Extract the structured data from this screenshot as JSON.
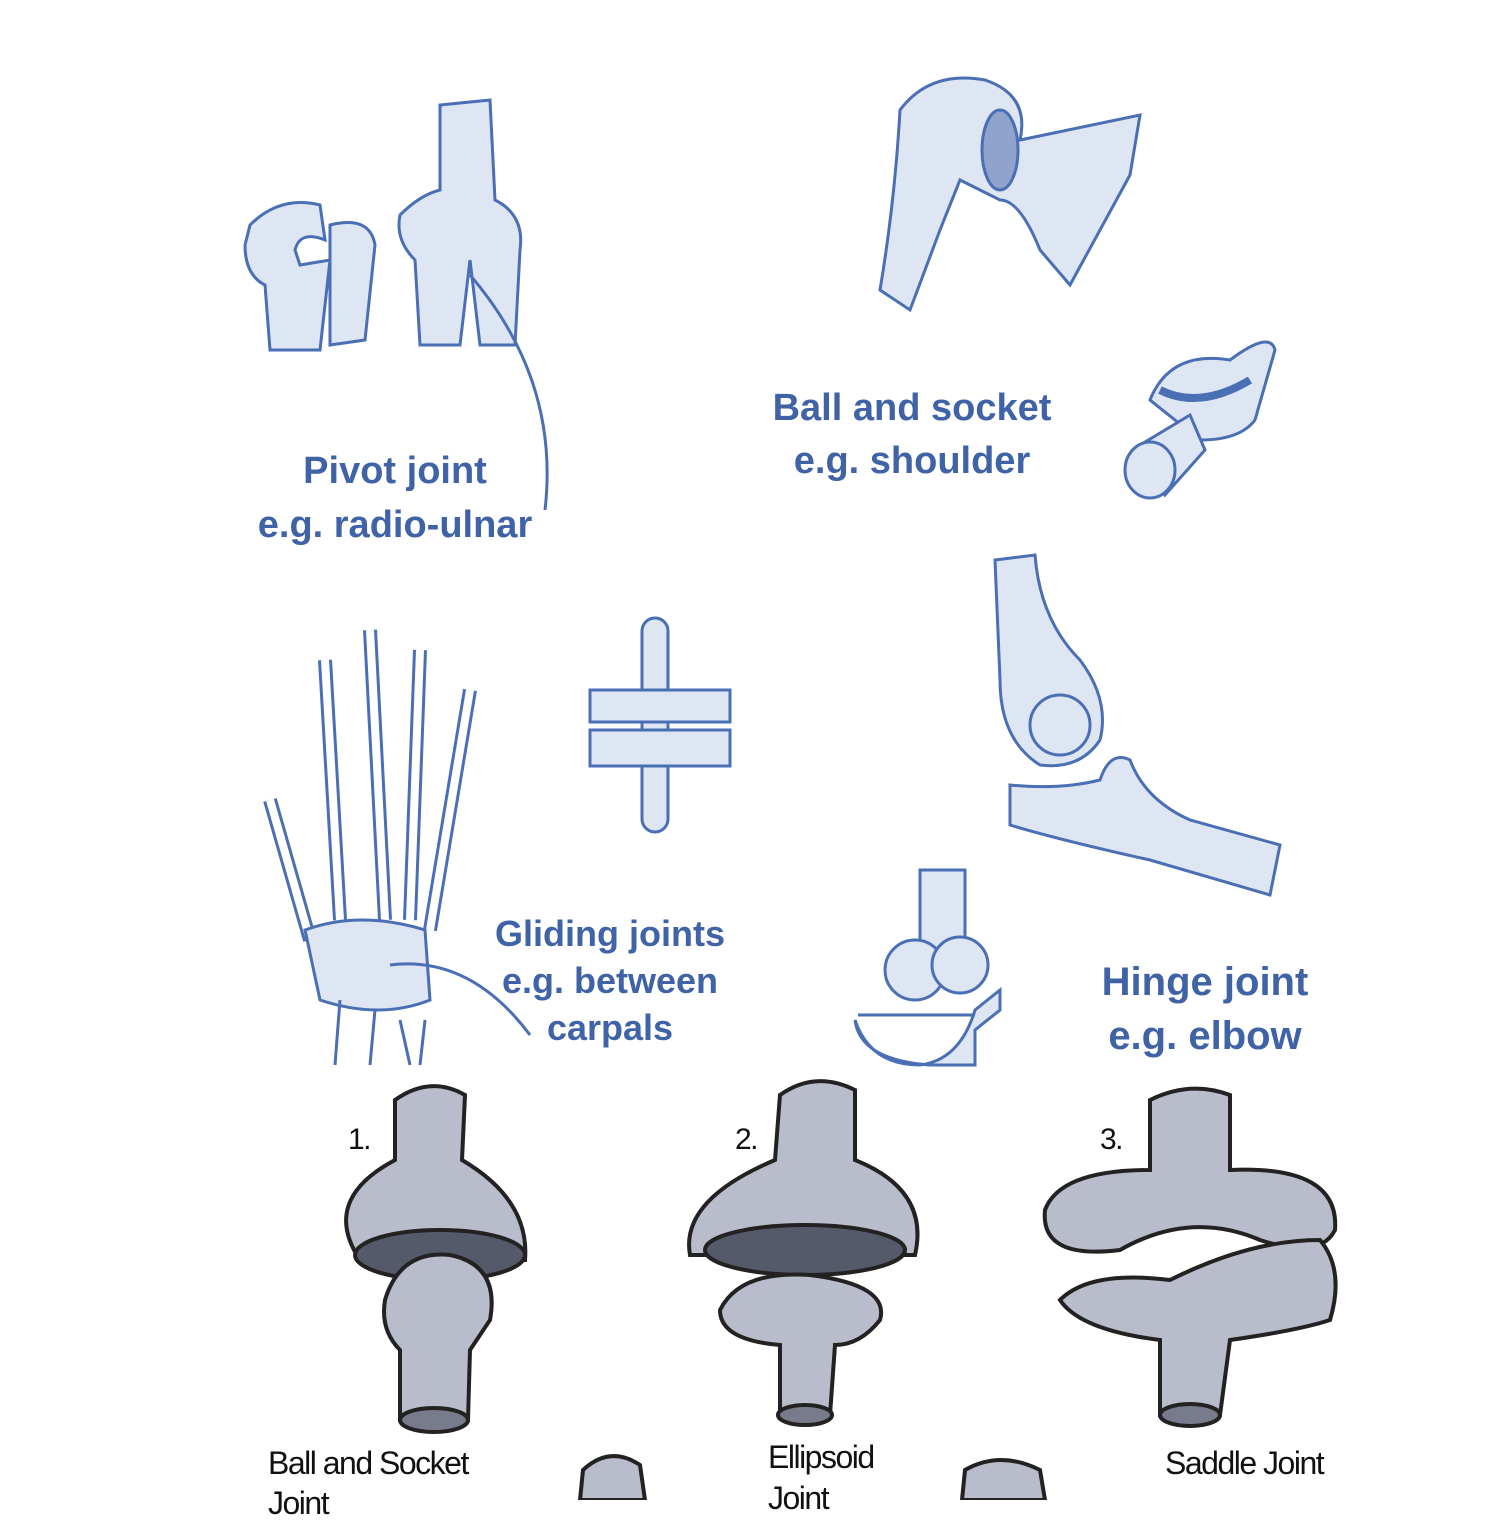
{
  "top_panel": {
    "pivot": {
      "title": "Pivot joint",
      "example": "e.g. radio-ulnar"
    },
    "ball_socket": {
      "title": "Ball and socket",
      "example": "e.g. shoulder"
    },
    "gliding": {
      "title": "Gliding joints",
      "example_1": "e.g. between",
      "example_2": "carpals"
    },
    "hinge": {
      "title": "Hinge joint",
      "example": "e.g. elbow"
    }
  },
  "bottom_panel": {
    "numbers": [
      "1.",
      "2.",
      "3."
    ],
    "labels": [
      {
        "line1": "Ball and Socket",
        "line2": "Joint"
      },
      {
        "line1": "Ellipsoid",
        "line2": "Joint"
      },
      {
        "line1": "Saddle Joint"
      }
    ]
  },
  "colors": {
    "label_blue": "#3f63a6",
    "line_blue": "#4a6fb5",
    "bone_fill": "#dfe6f3",
    "model_gray": "#b9bccb"
  }
}
